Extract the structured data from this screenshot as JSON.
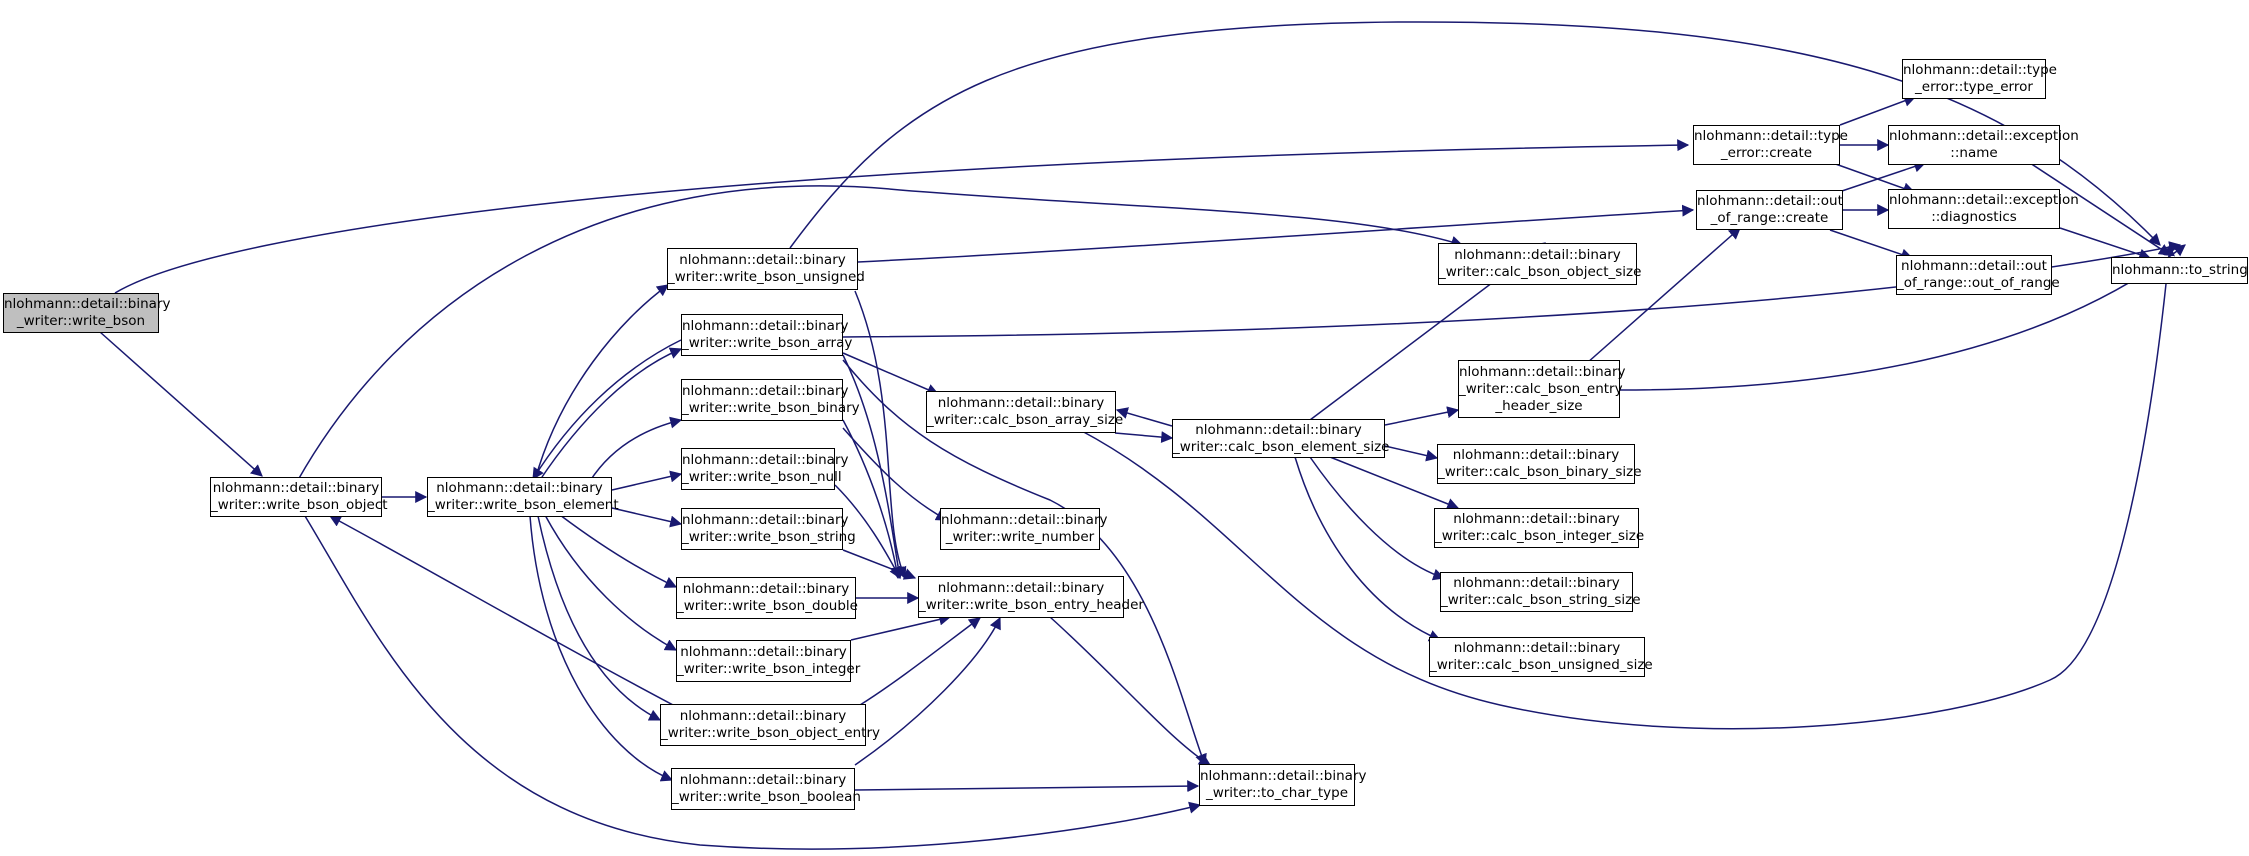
{
  "colors": {
    "edge": "#191970",
    "root_fill": "#bfbfbf",
    "node_fill": "#ffffff",
    "border": "#000000"
  },
  "nodes": {
    "write_bson": [
      "nlohmann::detail::binary",
      "_writer::write_bson"
    ],
    "write_bson_object": [
      "nlohmann::detail::binary",
      "_writer::write_bson_object"
    ],
    "write_bson_element": [
      "nlohmann::detail::binary",
      "_writer::write_bson_element"
    ],
    "write_bson_unsigned": [
      "nlohmann::detail::binary",
      "_writer::write_bson_unsigned"
    ],
    "write_bson_array": [
      "nlohmann::detail::binary",
      "_writer::write_bson_array"
    ],
    "write_bson_binary": [
      "nlohmann::detail::binary",
      "_writer::write_bson_binary"
    ],
    "write_bson_null": [
      "nlohmann::detail::binary",
      "_writer::write_bson_null"
    ],
    "write_bson_string": [
      "nlohmann::detail::binary",
      "_writer::write_bson_string"
    ],
    "write_bson_double": [
      "nlohmann::detail::binary",
      "_writer::write_bson_double"
    ],
    "write_bson_integer": [
      "nlohmann::detail::binary",
      "_writer::write_bson_integer"
    ],
    "write_bson_object_entry": [
      "nlohmann::detail::binary",
      "_writer::write_bson_object_entry"
    ],
    "write_bson_boolean": [
      "nlohmann::detail::binary",
      "_writer::write_bson_boolean"
    ],
    "calc_bson_array_size": [
      "nlohmann::detail::binary",
      "_writer::calc_bson_array_size"
    ],
    "write_number": [
      "nlohmann::detail::binary",
      "_writer::write_number"
    ],
    "write_bson_entry_header": [
      "nlohmann::detail::binary",
      "_writer::write_bson_entry_header"
    ],
    "to_char_type": [
      "nlohmann::detail::binary",
      "_writer::to_char_type"
    ],
    "calc_bson_element_size": [
      "nlohmann::detail::binary",
      "_writer::calc_bson_element_size"
    ],
    "calc_bson_object_size": [
      "nlohmann::detail::binary",
      "_writer::calc_bson_object_size"
    ],
    "calc_bson_entry_header_size": [
      "nlohmann::detail::binary",
      "_writer::calc_bson_entry",
      "_header_size"
    ],
    "calc_bson_binary_size": [
      "nlohmann::detail::binary",
      "_writer::calc_bson_binary_size"
    ],
    "calc_bson_integer_size": [
      "nlohmann::detail::binary",
      "_writer::calc_bson_integer_size"
    ],
    "calc_bson_string_size": [
      "nlohmann::detail::binary",
      "_writer::calc_bson_string_size"
    ],
    "calc_bson_unsigned_size": [
      "nlohmann::detail::binary",
      "_writer::calc_bson_unsigned_size"
    ],
    "type_error_create": [
      "nlohmann::detail::type",
      "_error::create"
    ],
    "out_of_range_create": [
      "nlohmann::detail::out",
      "_of_range::create"
    ],
    "type_error_type_error": [
      "nlohmann::detail::type",
      "_error::type_error"
    ],
    "exception_name": [
      "nlohmann::detail::exception",
      "::name"
    ],
    "exception_diagnostics": [
      "nlohmann::detail::exception",
      "::diagnostics"
    ],
    "out_of_range_out_of_range": [
      "nlohmann::detail::out",
      "_of_range::out_of_range"
    ],
    "to_string": [
      "nlohmann::to_string"
    ]
  }
}
